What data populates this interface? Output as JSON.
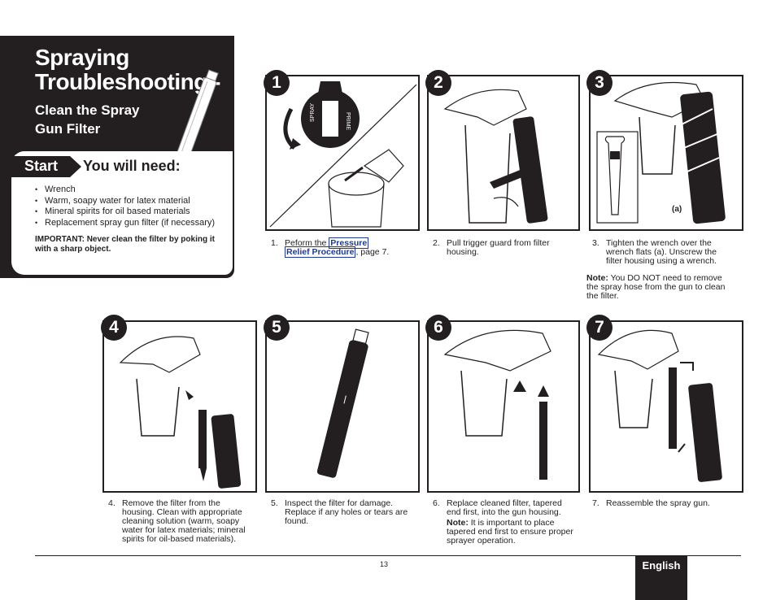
{
  "header": {
    "title_line1": "Spraying",
    "title_line2": "Troubleshooting -",
    "subtitle_line1": "Clean the Spray",
    "subtitle_line2": "Gun Filter"
  },
  "start": {
    "start_label": "Start",
    "need_label": "You will need:"
  },
  "needs": [
    "Wrench",
    "Warm, soapy water for latex material",
    "Mineral spirits for oil based materials",
    "Replacement spray gun filter (if necessary)"
  ],
  "important": "IMPORTANT:  Never clean the filter by poking it with a sharp object.",
  "valve_labels": {
    "spray": "SPRAY",
    "prime": "PRIME"
  },
  "steps": [
    {
      "num": "1",
      "n": "1.",
      "pre": "Peform the ",
      "link1": "Pressure",
      "link2": "Relief Procedure",
      "post": ", page 7."
    },
    {
      "num": "2",
      "n": "2.",
      "text": "Pull trigger guard from filter housing."
    },
    {
      "num": "3",
      "n": "3.",
      "text": "Tighten the wrench over the wrench flats (a).  Unscrew the filter housing using a wrench.",
      "callout": "(a)",
      "note_label": "Note:",
      "note_text": "  You DO NOT need to remove the spray hose from the gun to clean the filter."
    },
    {
      "num": "4",
      "n": "4.",
      "text": "Remove the filter from the housing.  Clean with appropriate cleaning solution (warm, soapy water for latex materials; mineral spirits for oil-based materials)."
    },
    {
      "num": "5",
      "n": "5.",
      "text": "Inspect the filter for damage.  Replace if any holes or tears are found."
    },
    {
      "num": "6",
      "n": "6.",
      "text": "Replace cleaned filter, tapered end first, into the gun housing.",
      "note_label": "Note:",
      "note_text": "  It is important to place tapered end first to ensure proper sprayer operation."
    },
    {
      "num": "7",
      "n": "7.",
      "text": "Reassemble the spray gun."
    }
  ],
  "footer": {
    "page": "13",
    "language": "English"
  },
  "colors": {
    "dark": "#231f20",
    "link": "#1f3a8f"
  }
}
